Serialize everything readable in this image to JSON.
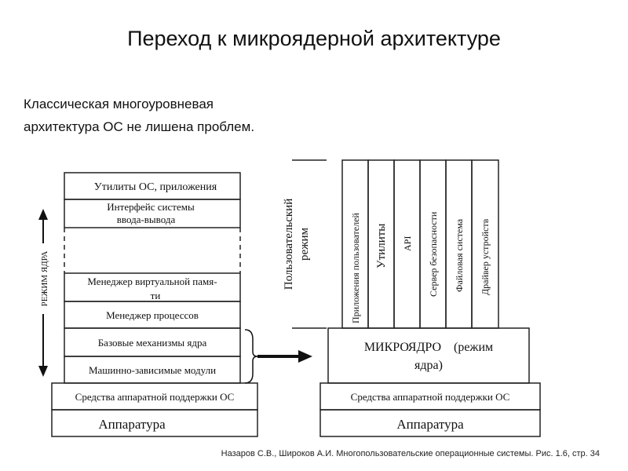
{
  "title": "Переход к микроядерной архитектуре",
  "subtitle_line1": "Классическая многоуровневая",
  "subtitle_line2": "архитектура ОС не лишена проблем.",
  "left": {
    "utilities": "Утилиты ОС, приложения",
    "io_interface_1": "Интерфейс системы",
    "io_interface_2": "ввода-вывода",
    "vm_manager_1": "Менеджер виртуальной памя-",
    "vm_manager_2": "ти",
    "proc_manager": "Менеджер процессов",
    "base_mech": "Базовые механизмы ядра",
    "machine_dep": "Машинно-зависимые модули",
    "hw_support": "Средства аппаратной поддержки ОС",
    "hardware": "Аппаратура",
    "kernel_mode": "РЕЖИМ ЯДРА"
  },
  "right": {
    "user_mode_1": "Пользовательский",
    "user_mode_2": "режим",
    "columns": [
      "Приложения пользователей",
      "Утилиты",
      "API",
      "Сервер безопасности",
      "Файловая система",
      "Драйвер устройств"
    ],
    "microkernel_1": "МИКРОЯДРО    (режим",
    "microkernel_2": "ядра)",
    "hw_support": "Средства аппаратной поддержки ОС",
    "hardware": "Аппаратура"
  },
  "caption": "Назаров С.В., Широков А.И. Многопользовательские операционные системы. Рис. 1.6, стр. 34"
}
